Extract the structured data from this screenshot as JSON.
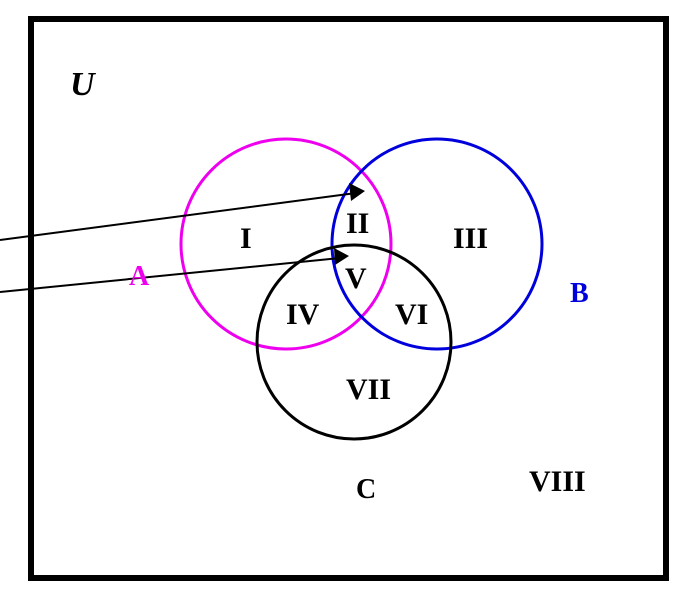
{
  "universe_label": "U",
  "sets": {
    "A": {
      "label": "A",
      "color": "#ee00ee"
    },
    "B": {
      "label": "B",
      "color": "#0000dd"
    },
    "C": {
      "label": "C",
      "color": "#000000"
    }
  },
  "regions": [
    "I",
    "II",
    "III",
    "IV",
    "V",
    "VI",
    "VII",
    "VIII"
  ]
}
